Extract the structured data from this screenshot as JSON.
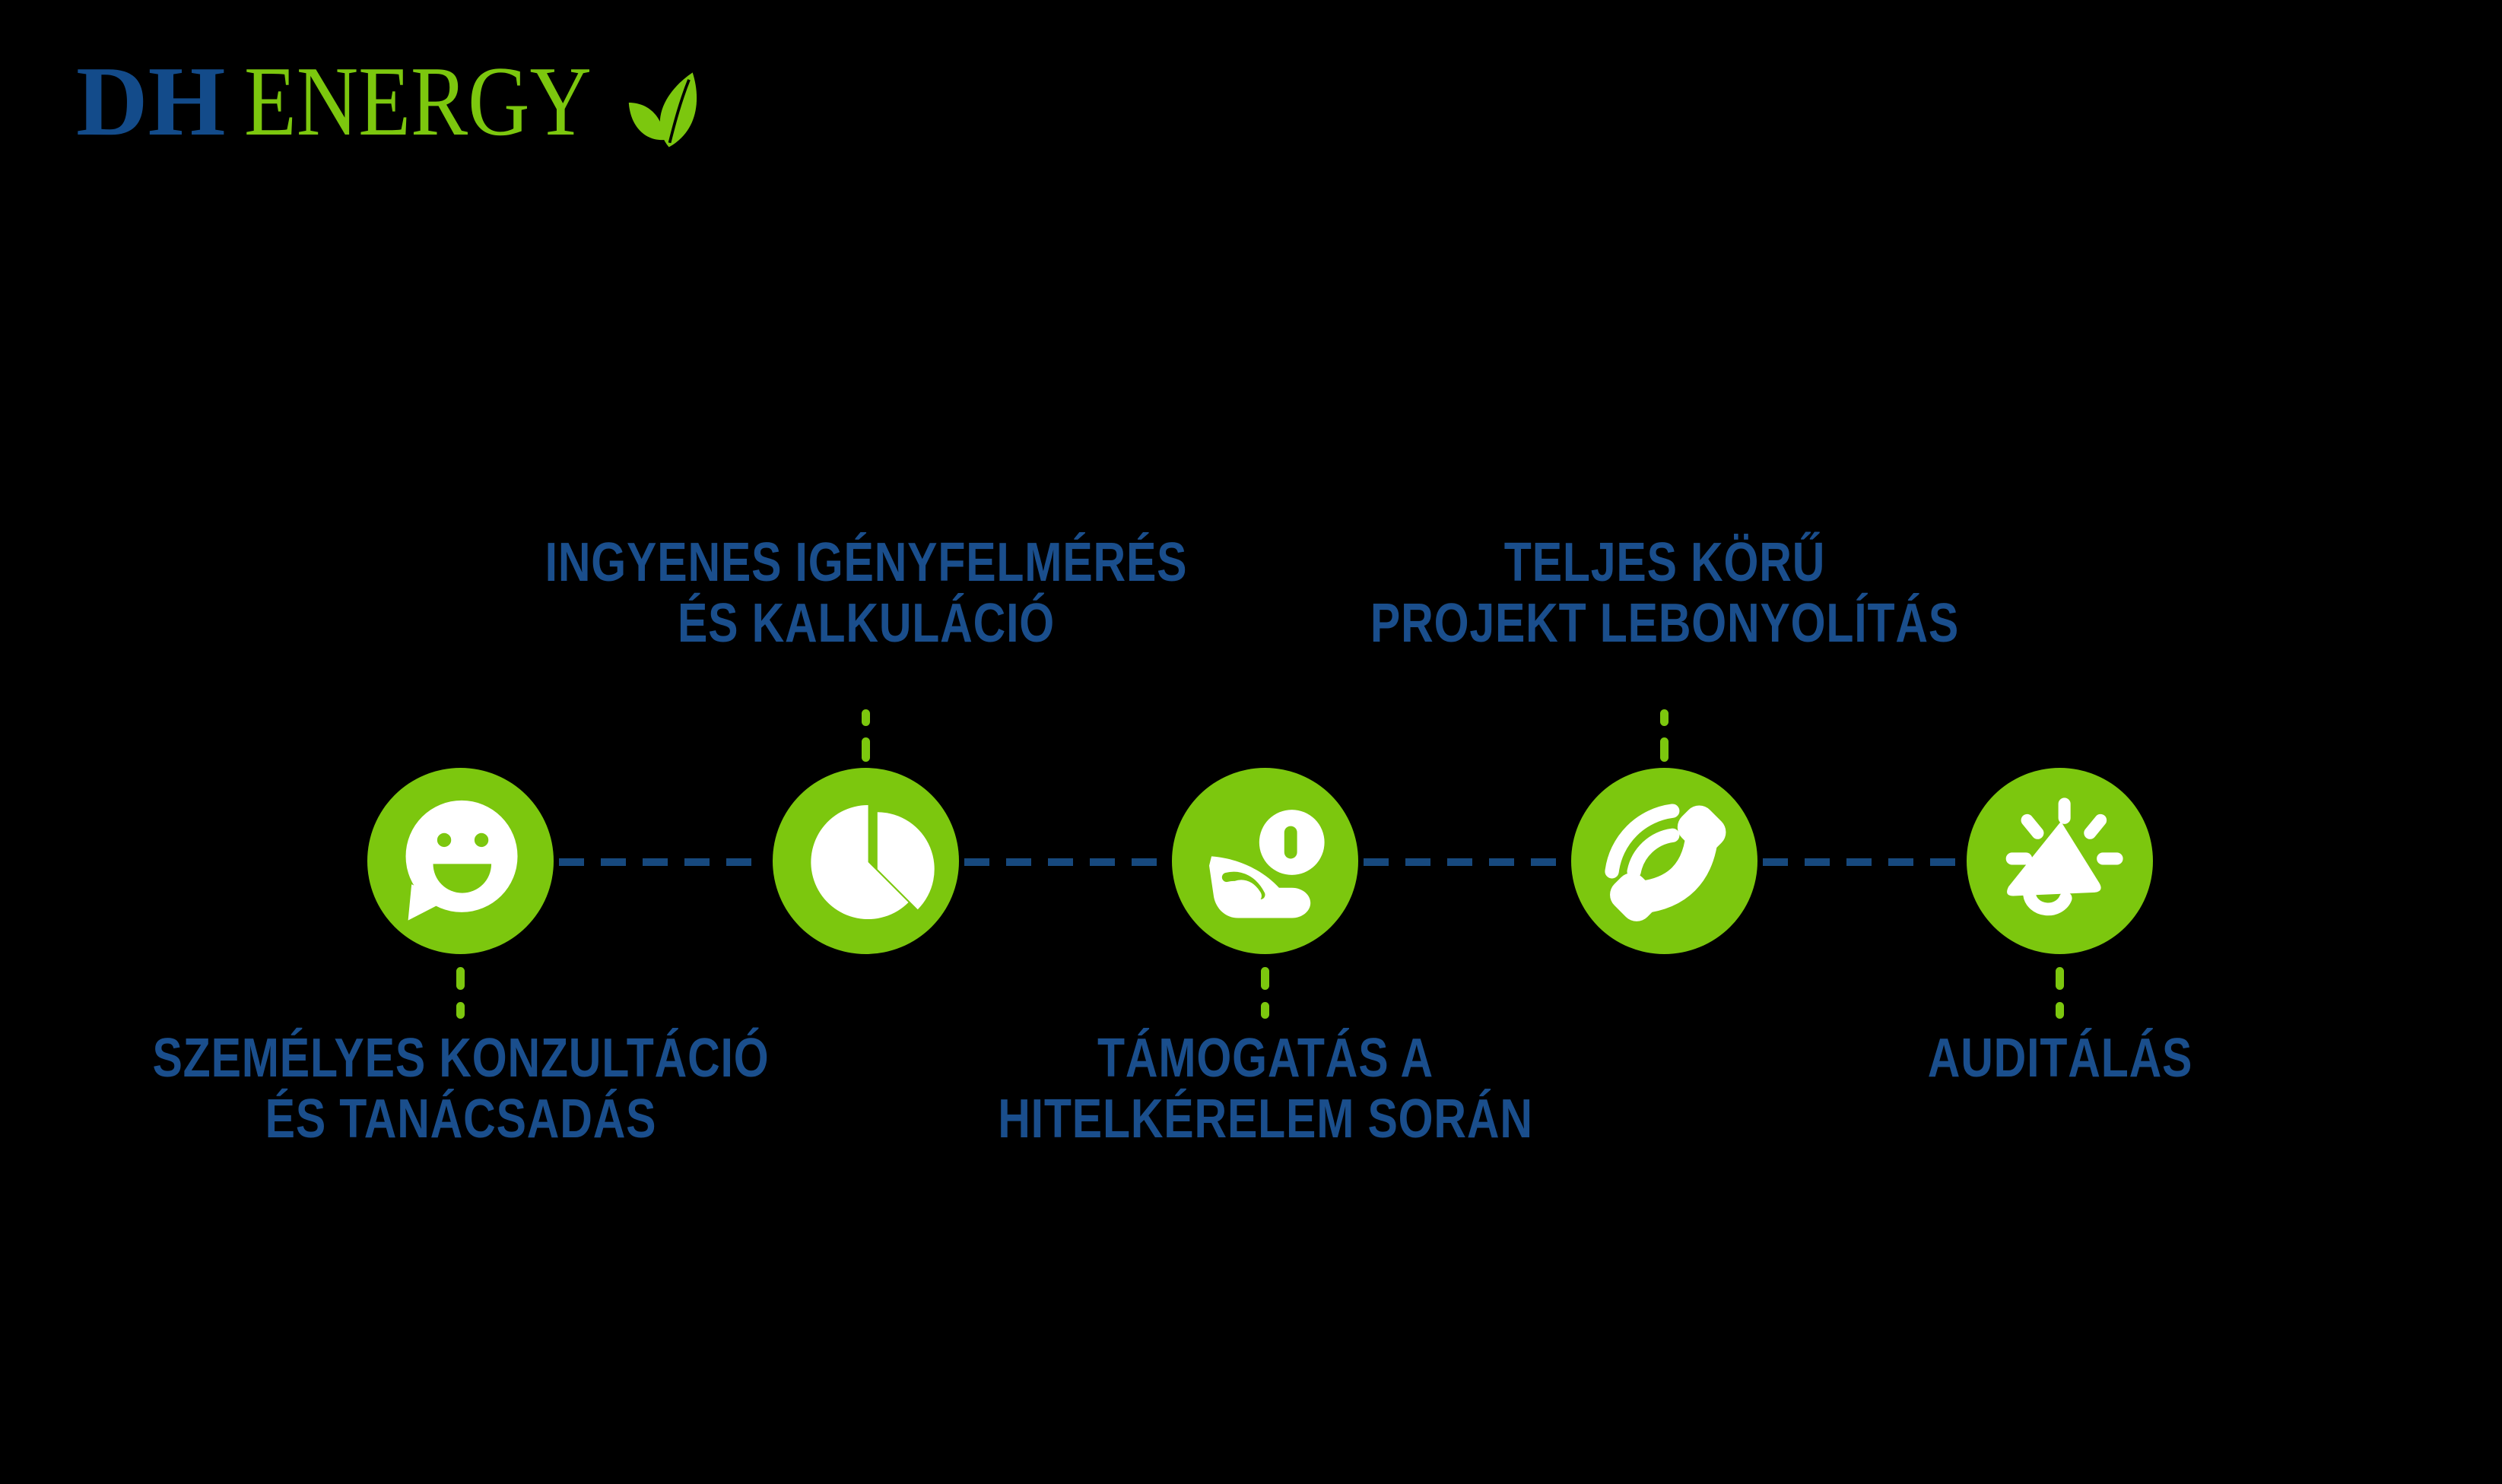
{
  "colors": {
    "green": "#7CC70E",
    "navy": "#1A4E8C",
    "dash": "#17497E",
    "logo_blue": "#134B8A",
    "background": "#000000"
  },
  "logo": {
    "dh": "DH",
    "energy": "ENERGY",
    "leaf_icon": "leaf-icon"
  },
  "steps": [
    {
      "icon": "smiley-chat-icon",
      "label_position": "below",
      "label_lines": [
        "SZEMÉLYES KONZULTÁCIÓ",
        "ÉS TANÁCSADÁS"
      ]
    },
    {
      "icon": "pie-chart-icon",
      "label_position": "above",
      "label_lines": [
        "INGYENES IGÉNYFELMÉRÉS",
        "ÉS KALKULÁCIÓ"
      ]
    },
    {
      "icon": "hand-coin-icon",
      "label_position": "below",
      "label_lines": [
        "TÁMOGATÁS A",
        "HITELKÉRELEM SORÁN"
      ]
    },
    {
      "icon": "phone-call-icon",
      "label_position": "above",
      "label_lines": [
        "TELJES KÖRŰ",
        "PROJEKT LEBONYOLÍTÁS"
      ]
    },
    {
      "icon": "megaphone-icon",
      "label_position": "below",
      "label_lines": [
        "AUDITÁLÁS"
      ]
    }
  ]
}
